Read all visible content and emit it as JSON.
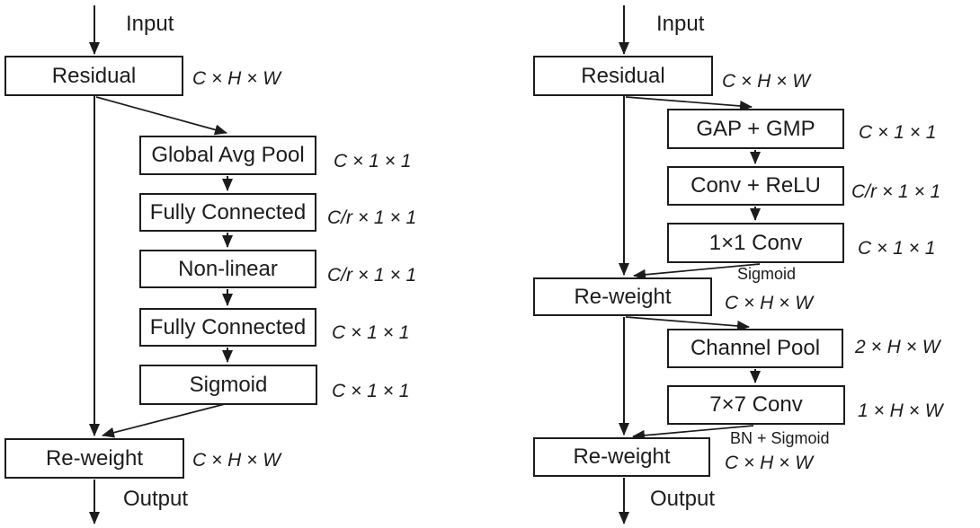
{
  "figure": {
    "type": "neural-network-attention-block-diagrams",
    "ink_color": "#1c1c1c",
    "background_color": "#ffffff"
  },
  "left": {
    "input_label": "Input",
    "output_label": "Output",
    "boxes": [
      {
        "label": "Residual",
        "dim": "C × H × W"
      },
      {
        "label": "Global Avg Pool",
        "dim": "C × 1 × 1"
      },
      {
        "label": "Fully Connected",
        "dim": "C/r × 1 × 1"
      },
      {
        "label": "Non-linear",
        "dim": "C/r × 1 × 1"
      },
      {
        "label": "Fully Connected",
        "dim": "C × 1 × 1"
      },
      {
        "label": "Sigmoid",
        "dim": "C × 1 × 1"
      },
      {
        "label": "Re-weight",
        "dim": "C × H × W"
      }
    ]
  },
  "right": {
    "input_label": "Input",
    "output_label": "Output",
    "boxes": [
      {
        "label": "Residual",
        "dim": "C × H × W"
      },
      {
        "label": "GAP + GMP",
        "dim": "C × 1 × 1"
      },
      {
        "label": "Conv + ReLU",
        "dim": "C/r × 1 × 1"
      },
      {
        "label": "1×1 Conv",
        "dim": "C × 1 × 1",
        "note": "Sigmoid"
      },
      {
        "label": "Re-weight",
        "dim": "C × H × W"
      },
      {
        "label": "Channel Pool",
        "dim": "2 × H × W"
      },
      {
        "label": "7×7 Conv",
        "dim": "1 × H × W",
        "note": "BN + Sigmoid"
      },
      {
        "label": "Re-weight",
        "dim": "C × H × W"
      }
    ]
  }
}
